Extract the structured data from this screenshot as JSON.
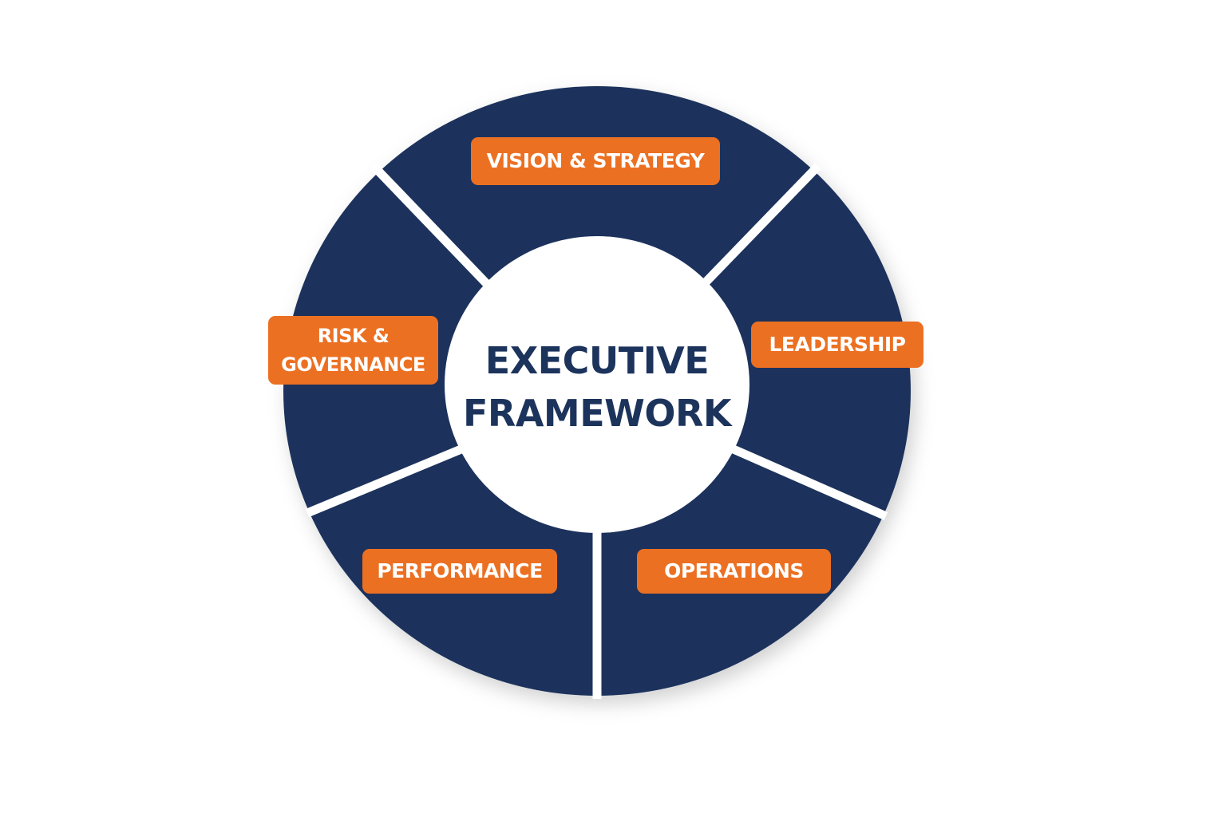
{
  "colors": {
    "background": "#ffffff",
    "ring": "#1c335c",
    "divider": "#ffffff",
    "center_fill": "#ffffff",
    "center_text": "#1c335c",
    "label_fill": "#ec7022",
    "label_text": "#ffffff"
  },
  "center": {
    "line1": "EXECUTIVE",
    "line2": "FRAMEWORK"
  },
  "segments": [
    {
      "id": "vision-strategy",
      "label": "VISION & STRATEGY"
    },
    {
      "id": "leadership",
      "label": "LEADERSHIP"
    },
    {
      "id": "operations",
      "label": "OPERATIONS"
    },
    {
      "id": "performance",
      "label": "PERFORMANCE"
    },
    {
      "id": "risk-governance",
      "label": "RISK &\nGOVERNANCE"
    }
  ]
}
